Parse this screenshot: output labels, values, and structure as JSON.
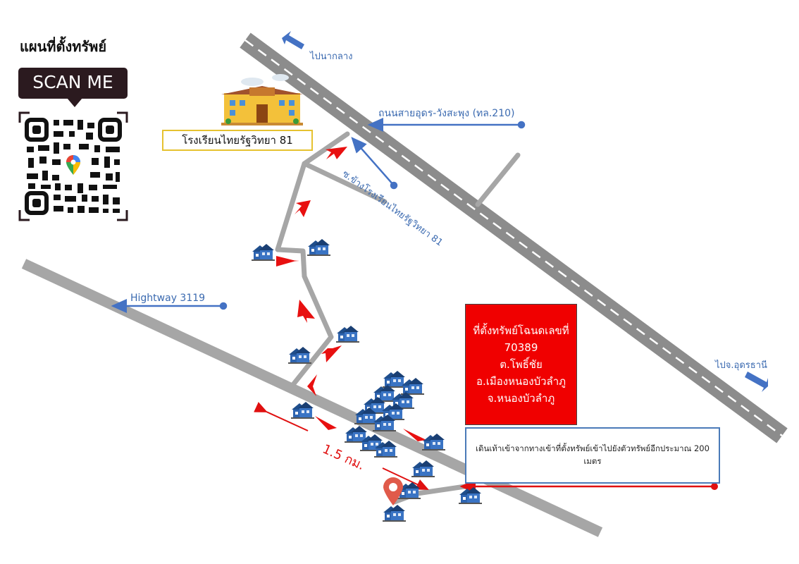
{
  "title": "แผนที่ตั้งทรัพย์",
  "scan_me": "SCAN ME",
  "school_label": "โรงเรียนไทยรัฐวิทยา 81",
  "labels": {
    "to_nakhlang": "ไปนากลาง",
    "road_name": "ถนนสายอุดร-วังสะพุง (ทล.210)",
    "lane_name": "ซ.ข้างโรงเรียนไทยรัฐวิทยา 81",
    "highway": "Hightway 3119",
    "to_udon": "ไปจ.อุดรธานี",
    "distance": "1.5 กม."
  },
  "property_box": {
    "line1": "ที่ตั้งทรัพย์โฉนดเลขที่",
    "line2": "70389",
    "line3": "ต.โพธิ์ชัย",
    "line4": "อ.เมืองหนองบัวลำภู",
    "line5": "จ.หนองบัวลำภู"
  },
  "note": "เดินเท้าเข้าจากทางเข้าที่ตั้งทรัพย์เข้าไปยังตัวทรัพย์อีกประมาณ 200 เมตร",
  "colors": {
    "road": "#a6a6a6",
    "main_road": "#8c8c8c",
    "arrow_red": "#e81010",
    "pointer_blue": "#4472c4",
    "box_red": "#f00000"
  },
  "icons": [
    "house-icon",
    "school-icon",
    "map-pin-icon",
    "qr-code",
    "google-maps-pin-icon"
  ]
}
